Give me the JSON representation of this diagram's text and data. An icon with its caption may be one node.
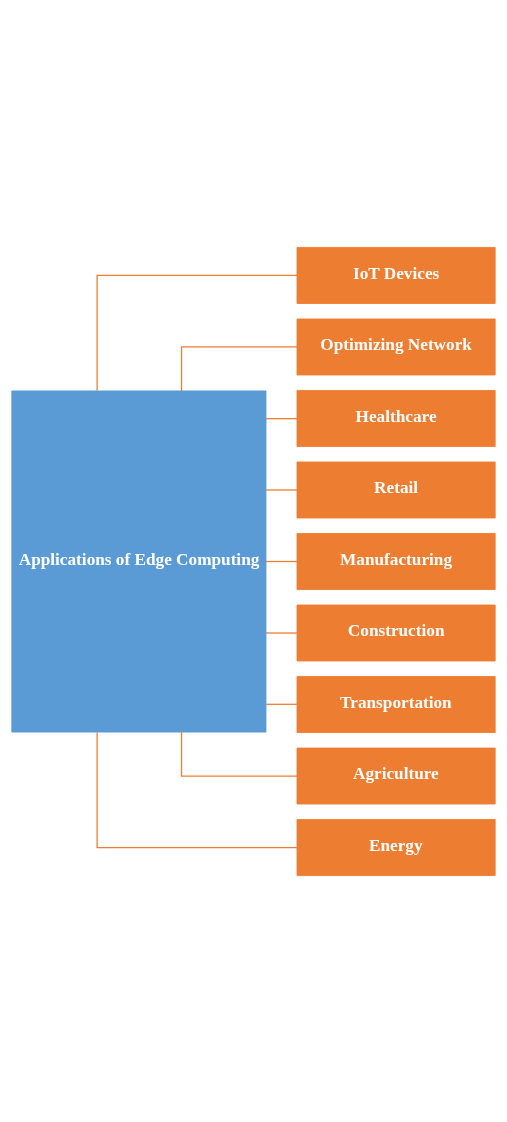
{
  "diagram": {
    "nodes": [
      {
        "text": [
          "Applications of Edge Computing"
        ]
      },
      {
        "text": [
          "IoT Devices"
        ]
      },
      {
        "text": [
          "Optimizing Network"
        ]
      },
      {
        "text": [
          "Healthcare"
        ]
      },
      {
        "text": [
          "Retail"
        ]
      },
      {
        "text": [
          "Manufacturing"
        ]
      },
      {
        "text": [
          "Construction"
        ]
      },
      {
        "text": [
          "Transportation"
        ]
      },
      {
        "text": [
          "Agriculture"
        ]
      },
      {
        "text": [
          "Energy"
        ]
      }
    ],
    "edges": [
      {
        "from": 0,
        "to": 1,
        "arrow": "none"
      },
      {
        "from": 0,
        "to": 2,
        "arrow": "none"
      },
      {
        "from": 0,
        "to": 3,
        "arrow": "none"
      },
      {
        "from": 0,
        "to": 4,
        "arrow": "none"
      },
      {
        "from": 0,
        "to": 5,
        "arrow": "none"
      },
      {
        "from": 0,
        "to": 6,
        "arrow": "none"
      },
      {
        "from": 0,
        "to": 7,
        "arrow": "none"
      },
      {
        "from": 0,
        "to": 8,
        "arrow": "none"
      },
      {
        "from": 0,
        "to": 9,
        "arrow": "none"
      }
    ]
  }
}
